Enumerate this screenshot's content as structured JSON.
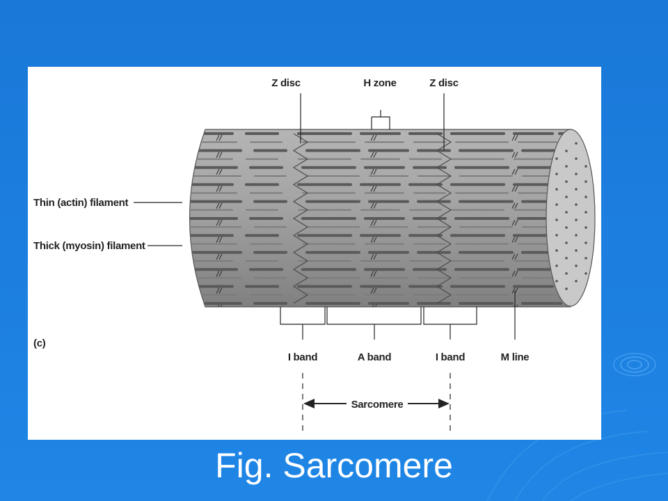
{
  "diagram": {
    "panel_label": "(c)",
    "labels": {
      "z_disc_left": "Z disc",
      "h_zone": "H zone",
      "z_disc_right": "Z disc",
      "thin_filament": "Thin (actin) filament",
      "thick_filament": "Thick (myosin) filament",
      "i_band_left": "I band",
      "a_band": "A band",
      "i_band_right": "I band",
      "m_line": "M line",
      "sarcomere": "Sarcomere"
    },
    "colors": {
      "background": "#1c7fe0",
      "cylinder_body": "#9a9a9a",
      "thick_filament": "#5a5a5a",
      "thin_filament": "#7c7c7c",
      "end_face": "#c8c8c8"
    }
  },
  "caption": "Fig. Sarcomere"
}
